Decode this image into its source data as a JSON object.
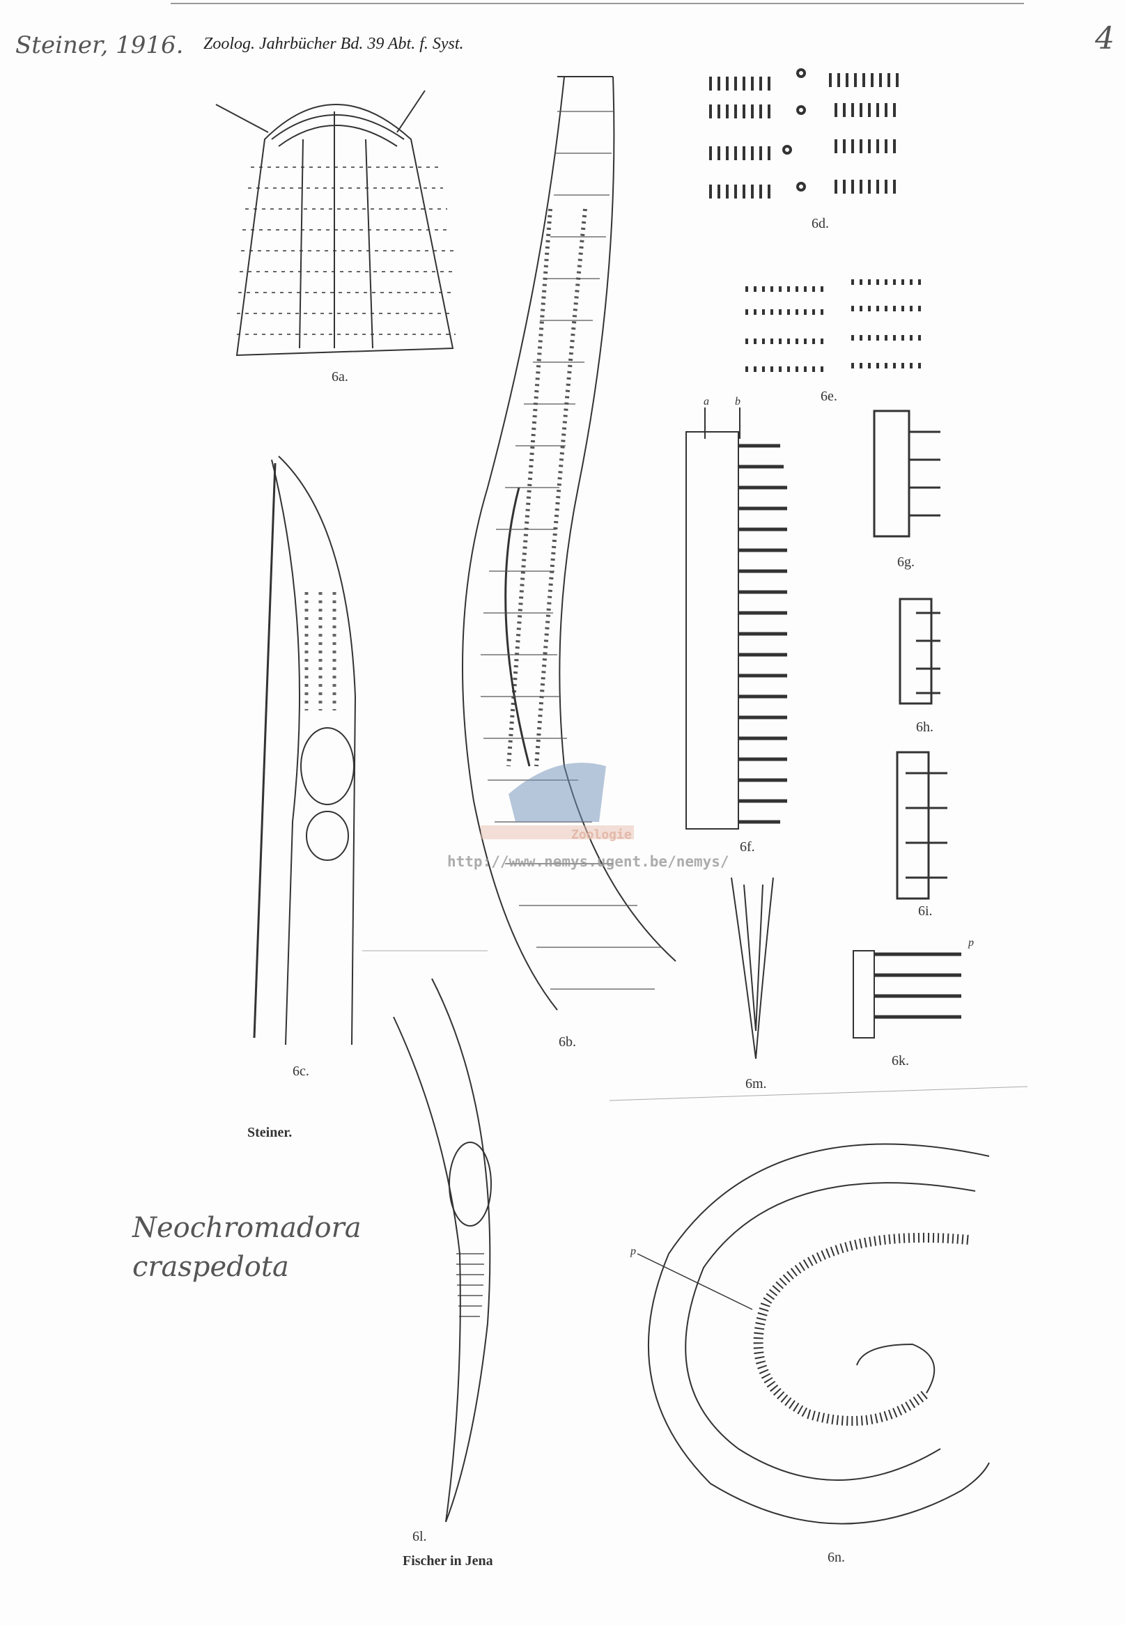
{
  "annotations": {
    "author_year": "Steiner, 1916.",
    "plate_number": "4",
    "species_name": "Neochromadora craspedota"
  },
  "header": {
    "journal": "Zoolog. Jahrbücher Bd. 39 Abt. f. Syst."
  },
  "figure_labels": {
    "a": "6a.",
    "b": "6b.",
    "c": "6c.",
    "d": "6d.",
    "e": "6e.",
    "f": "6f.",
    "g": "6g.",
    "h": "6h.",
    "i": "6i.",
    "k": "6k.",
    "l": "6l.",
    "m": "6m.",
    "n": "6n."
  },
  "letters": {
    "a": "a",
    "b": "b",
    "p1": "p",
    "p2": "p"
  },
  "credits": {
    "author": "Steiner.",
    "publisher": "Fischer in Jena"
  },
  "watermark": {
    "url": "http://www.nemys.ugent.be/nemys/",
    "org": "Zoologie"
  },
  "colors": {
    "ink": "#333333",
    "watermark_blue": "#6f8fb8"
  }
}
